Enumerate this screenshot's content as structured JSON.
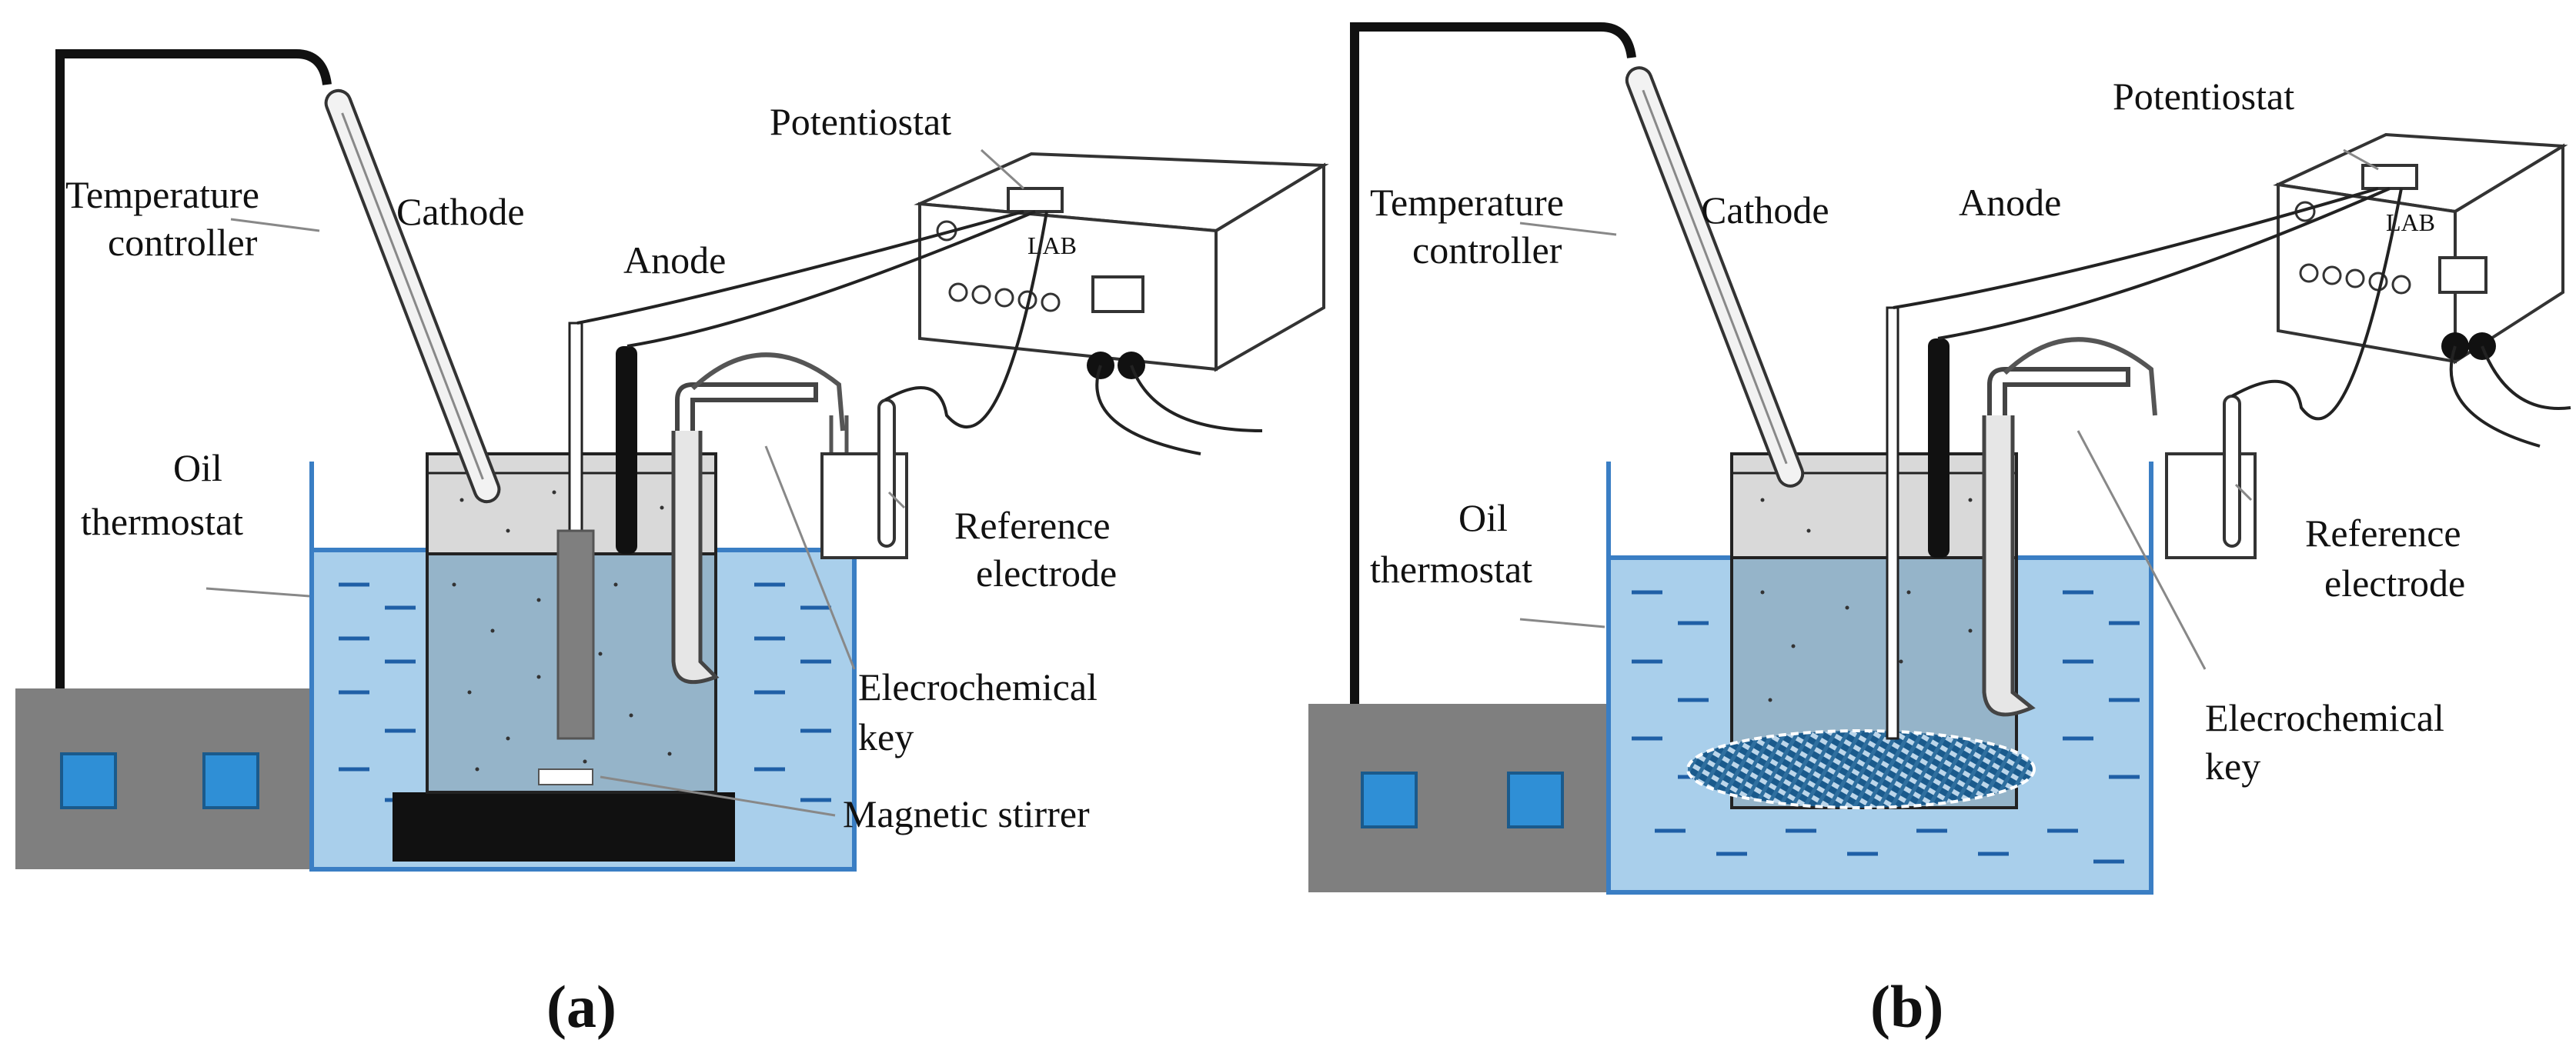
{
  "panels": [
    {
      "caption": "(a)",
      "labels": {
        "potentiostat": "Potentiostat",
        "temperature_controller_line1": "Temperature",
        "temperature_controller_line2": "controller",
        "cathode": "Cathode",
        "anode": "Anode",
        "oil_thermostat_line1": "Oil",
        "oil_thermostat_line2": "thermostat",
        "reference_electrode_line1": "Reference",
        "reference_electrode_line2": "electrode",
        "electrochemical_key_line1": "Elecrochemical",
        "electrochemical_key_line2": "key",
        "magnetic_stirrer": "Magnetic stirrer",
        "device_brand": "LAB"
      }
    },
    {
      "caption": "(b)",
      "labels": {
        "potentiostat": "Potentiostat",
        "temperature_controller_line1": "Temperature",
        "temperature_controller_line2": "controller",
        "cathode": "Cathode",
        "anode": "Anode",
        "oil_thermostat_line1": "Oil",
        "oil_thermostat_line2": "thermostat",
        "reference_electrode_line1": "Reference",
        "reference_electrode_line2": "electrode",
        "electrochemical_key_line1": "Elecrochemical",
        "electrochemical_key_line2": "key",
        "device_brand": "LAB"
      }
    }
  ],
  "colors": {
    "oil": "#a9cfeb",
    "oil_border": "#3a7ec4",
    "oil_dash": "#1f5fa6",
    "electrolyte": "#95b4c9",
    "foam": "#d9d9d9",
    "base": "#7f7f7f",
    "display": "#2f8fd6",
    "stand": "#111111",
    "mesh": "#1a5a8c"
  }
}
